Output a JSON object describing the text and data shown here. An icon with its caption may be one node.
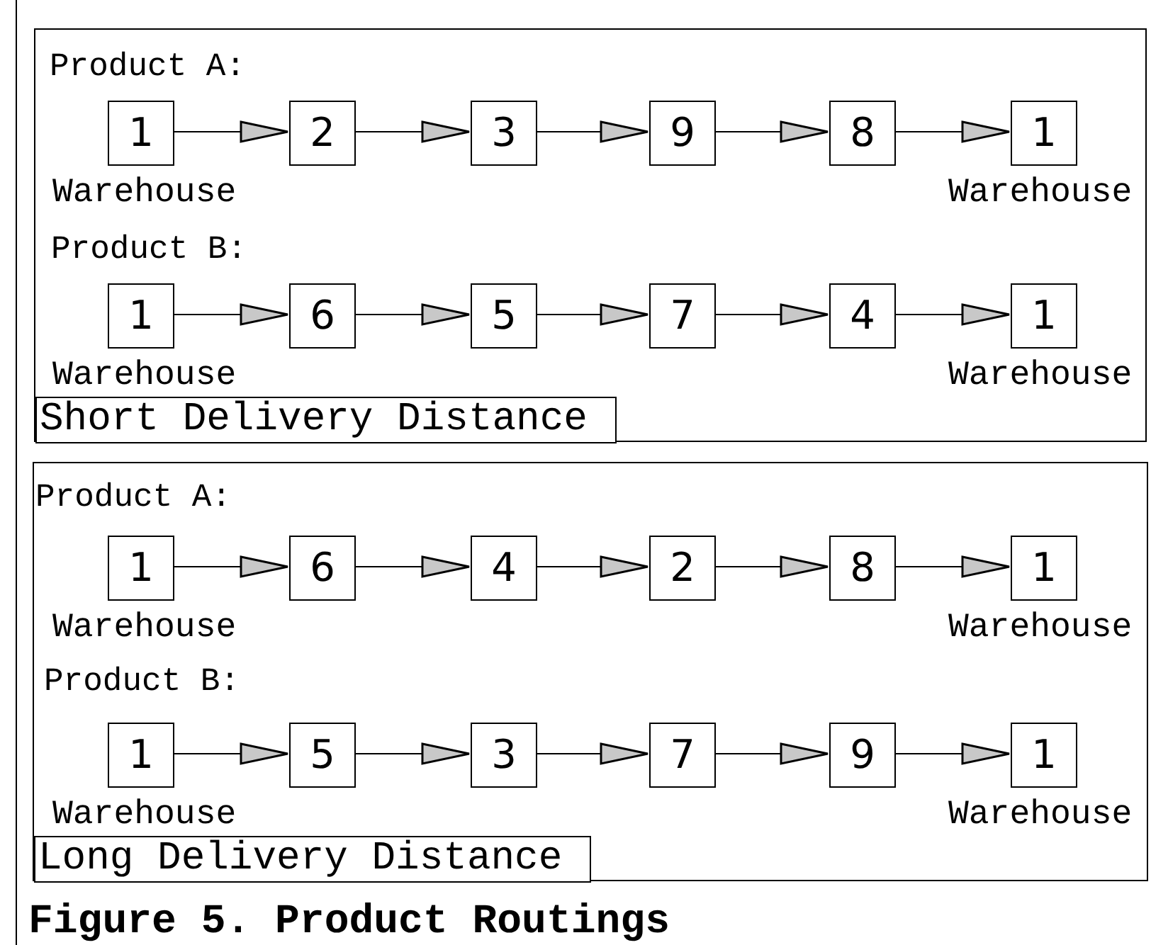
{
  "diagram": {
    "caption": "Figure 5. Product Routings",
    "nodes": [
      {
        "text": [],
        "shape": "box"
      },
      {
        "text": [
          "1"
        ],
        "in": 0,
        "beside": [
          "Warehouse"
        ]
      },
      {
        "text": [
          "2"
        ],
        "in": 0
      },
      {
        "text": [
          "3"
        ],
        "in": 0
      },
      {
        "text": [
          "9"
        ],
        "in": 0
      },
      {
        "text": [
          "8"
        ],
        "in": 0
      },
      {
        "text": [
          "1"
        ],
        "in": 0,
        "beside": [
          "Warehouse"
        ]
      },
      {
        "text": [
          "1"
        ],
        "in": 0,
        "beside": [
          "Warehouse"
        ]
      },
      {
        "text": [
          "6"
        ],
        "in": 0
      },
      {
        "text": [
          "5"
        ],
        "in": 0
      },
      {
        "text": [
          "7"
        ],
        "in": 0
      },
      {
        "text": [
          "4"
        ],
        "in": 0
      },
      {
        "text": [
          "1"
        ],
        "in": 0,
        "beside": [
          "Warehouse"
        ]
      },
      {
        "text": [
          "Short Delivery Distance"
        ],
        "in": 0
      },
      {
        "text": [],
        "shape": "box"
      },
      {
        "text": [
          "1"
        ],
        "in": 14,
        "beside": [
          "Warehouse"
        ]
      },
      {
        "text": [
          "6"
        ],
        "in": 14
      },
      {
        "text": [
          "4"
        ],
        "in": 14
      },
      {
        "text": [
          "2"
        ],
        "in": 14
      },
      {
        "text": [
          "8"
        ],
        "in": 14
      },
      {
        "text": [
          "1"
        ],
        "in": 14,
        "beside": [
          "Warehouse"
        ]
      },
      {
        "text": [
          "1"
        ],
        "in": 14,
        "beside": [
          "Warehouse"
        ]
      },
      {
        "text": [
          "5"
        ],
        "in": 14
      },
      {
        "text": [
          "3"
        ],
        "in": 14
      },
      {
        "text": [
          "7"
        ],
        "in": 14
      },
      {
        "text": [
          "9"
        ],
        "in": 14
      },
      {
        "text": [
          "1"
        ],
        "in": 14,
        "beside": [
          "Warehouse"
        ]
      },
      {
        "text": [
          "Long Delivery Distance"
        ],
        "in": 14
      }
    ],
    "edges": [
      {
        "from": 1,
        "to": 2,
        "arrow": "to"
      },
      {
        "from": 2,
        "to": 3,
        "arrow": "to"
      },
      {
        "from": 3,
        "to": 4,
        "arrow": "to"
      },
      {
        "from": 4,
        "to": 5,
        "arrow": "to"
      },
      {
        "from": 5,
        "to": 6,
        "arrow": "to"
      },
      {
        "from": 7,
        "to": 8,
        "arrow": "to"
      },
      {
        "from": 8,
        "to": 9,
        "arrow": "to"
      },
      {
        "from": 9,
        "to": 10,
        "arrow": "to"
      },
      {
        "from": 10,
        "to": 11,
        "arrow": "to"
      },
      {
        "from": 11,
        "to": 12,
        "arrow": "to"
      },
      {
        "from": 15,
        "to": 16,
        "arrow": "to"
      },
      {
        "from": 16,
        "to": 17,
        "arrow": "to"
      },
      {
        "from": 17,
        "to": 18,
        "arrow": "to"
      },
      {
        "from": 18,
        "to": 19,
        "arrow": "to"
      },
      {
        "from": 19,
        "to": 20,
        "arrow": "to"
      },
      {
        "from": 21,
        "to": 22,
        "arrow": "to"
      },
      {
        "from": 22,
        "to": 23,
        "arrow": "to"
      },
      {
        "from": 23,
        "to": 24,
        "arrow": "to"
      },
      {
        "from": 24,
        "to": 25,
        "arrow": "to"
      },
      {
        "from": 25,
        "to": 26,
        "arrow": "to"
      }
    ],
    "labels": [
      "Product A:",
      "Product B:",
      "Product A:",
      "Product B:"
    ]
  }
}
